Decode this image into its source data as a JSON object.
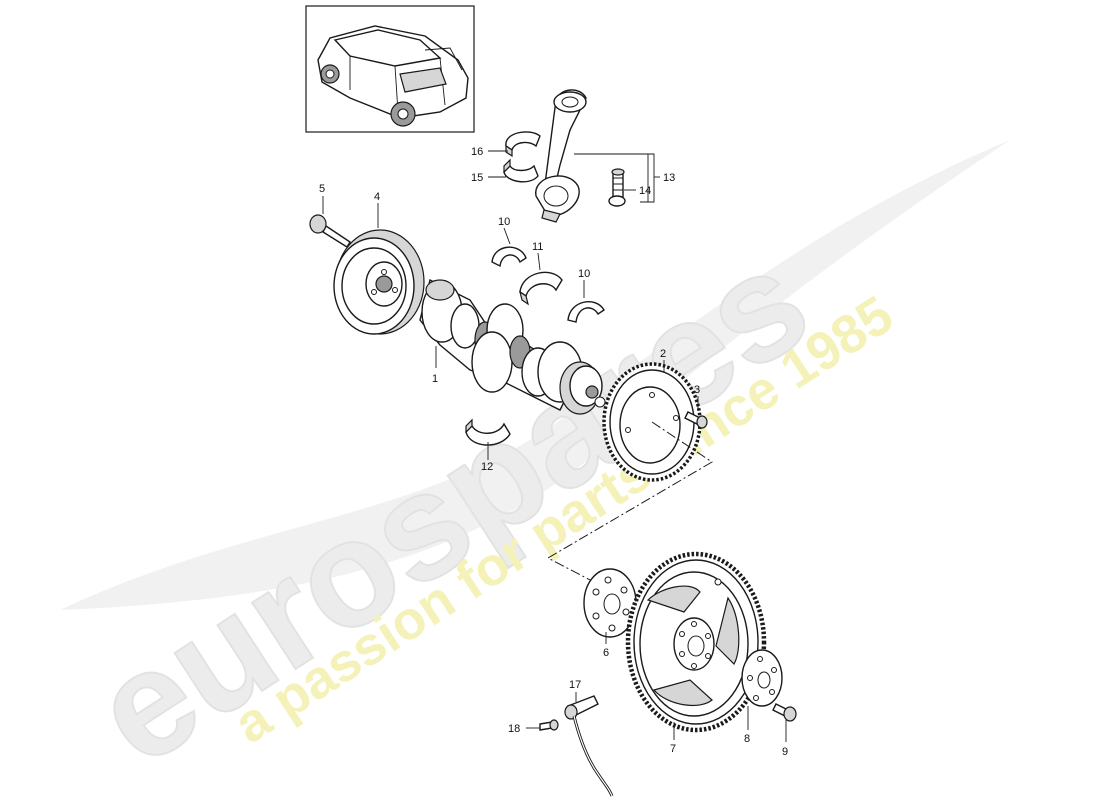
{
  "watermark": {
    "brand": "eurospares",
    "slogan": "a passion for parts since 1985"
  },
  "callouts": [
    "1",
    "2",
    "3",
    "4",
    "5",
    "6",
    "7",
    "8",
    "9",
    "10",
    "10",
    "11",
    "12",
    "13",
    "14",
    "15",
    "16",
    "17",
    "18"
  ]
}
